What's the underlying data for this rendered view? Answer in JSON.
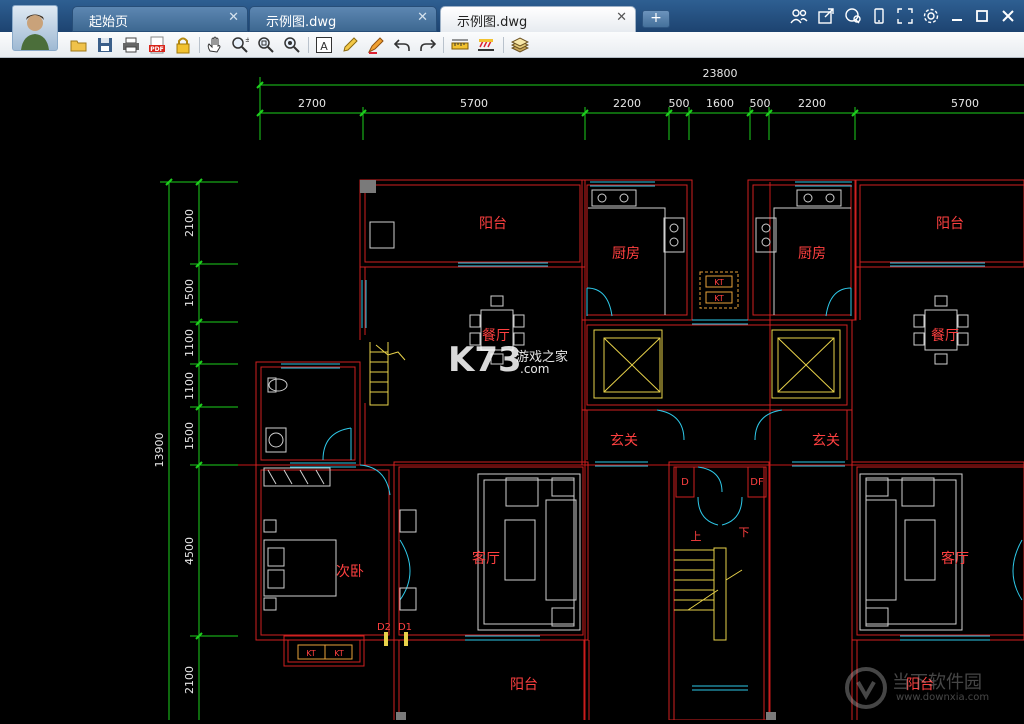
{
  "tabs": [
    {
      "label": "起始页",
      "active": false
    },
    {
      "label": "示例图.dwg",
      "active": false
    },
    {
      "label": "示例图.dwg",
      "active": true
    }
  ],
  "new_tab_label": "+",
  "toolbar_icons": [
    "open-icon",
    "save-icon",
    "print-icon",
    "pdf-icon",
    "lock-icon",
    "pan-icon",
    "zoom-in-icon",
    "zoom-window-icon",
    "zoom-extents-icon",
    "text-icon",
    "pencil-icon",
    "highlighter-icon",
    "undo-icon",
    "redo-icon",
    "measure-icon",
    "dimension-icon",
    "layers-icon"
  ],
  "pdf_label": "PDF",
  "text_tool_label": "A",
  "window_icons": [
    "users-icon",
    "share-icon",
    "chat-icon",
    "mobile-icon",
    "fullscreen-icon",
    "settings-icon",
    "minimize-icon",
    "maximize-icon",
    "close-icon"
  ],
  "drawing": {
    "overall_width": "23800",
    "top_dims": [
      "2700",
      "5700",
      "2200",
      "500",
      "1600",
      "500",
      "2200",
      "5700"
    ],
    "overall_height": "13900",
    "left_dims": [
      "2100",
      "1500",
      "1100",
      "1100",
      "1500",
      "4500",
      "2100"
    ],
    "rooms": {
      "balcony_tl": "阳台",
      "kitchen_l": "厨房",
      "kitchen_r": "厨房",
      "balcony_tr": "阳台",
      "dining_l": "餐厅",
      "dining_r": "餐厅",
      "entry_l": "玄关",
      "entry_r": "玄关",
      "bedroom": "次卧",
      "living_l": "客厅",
      "living_r": "客厅",
      "balcony_bl": "阳台",
      "balcony_br": "阳台"
    },
    "ac_label": "KT",
    "d2": "D2",
    "d1": "D1",
    "d": "D",
    "df": "DF",
    "stair_up": "上",
    "stair_down": "下"
  },
  "watermark_k73": {
    "brand": "K73",
    "cn": "游戏之家",
    "com": ".com"
  },
  "watermark_dl": {
    "cn": "当下软件园",
    "url": "www.downxia.com"
  }
}
